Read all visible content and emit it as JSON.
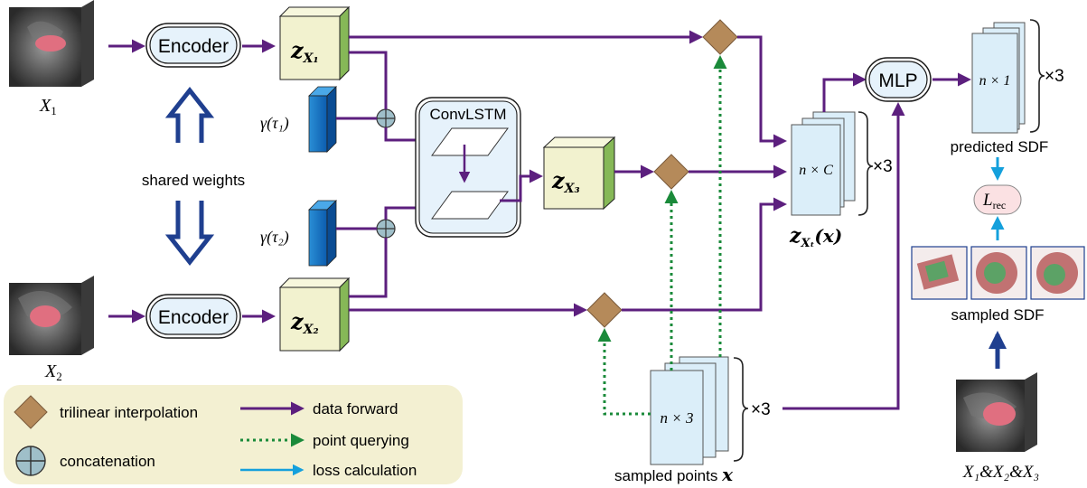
{
  "inputs": {
    "x1_label": "X",
    "x1_sub": "1",
    "x2_label": "X",
    "x2_sub": "2",
    "x123_label": "X₁&X₂&X₃"
  },
  "encoders": {
    "top": "Encoder",
    "bottom": "Encoder"
  },
  "shared_weights": "shared weights",
  "latents": {
    "z1": "z",
    "z1_sub": "X₁",
    "z2": "z",
    "z2_sub": "X₂",
    "z3": "z",
    "z3_sub": "X₃"
  },
  "gammas": {
    "g1": "γ(τ₁)",
    "g2": "γ(τ₂)"
  },
  "convlstm": "ConvLSTM",
  "mlp": "MLP",
  "stacks": {
    "feature": "n × C",
    "feature_mult": "×3",
    "feature_label_z": "z",
    "feature_label_sub": "Xₜ",
    "feature_label_x": "(x)",
    "points": "n × 3",
    "points_mult": "×3",
    "points_label": "sampled points ",
    "points_label_x": "x",
    "sdf": "n × 1",
    "sdf_mult": "×3",
    "sdf_label": "predicted SDF"
  },
  "loss": {
    "L": "L",
    "sub": "rec"
  },
  "sampled_sdf": "sampled SDF",
  "legend": {
    "trilinear": "trilinear interpolation",
    "concat": "concatenation",
    "data_forward": "data forward",
    "point_query": "point querying",
    "loss_calc": "loss calculation"
  },
  "colors": {
    "purple": "#5c1f7e",
    "green": "#1a8a3a",
    "cyan": "#14a0dc",
    "navy": "#1f3f8f",
    "diamond": "#b58a5a",
    "latent_fill": "#f2f2cf",
    "latent_side": "#86b857",
    "stack_fill": "#dbeef9",
    "legend_bg": "#f3f0d2"
  }
}
